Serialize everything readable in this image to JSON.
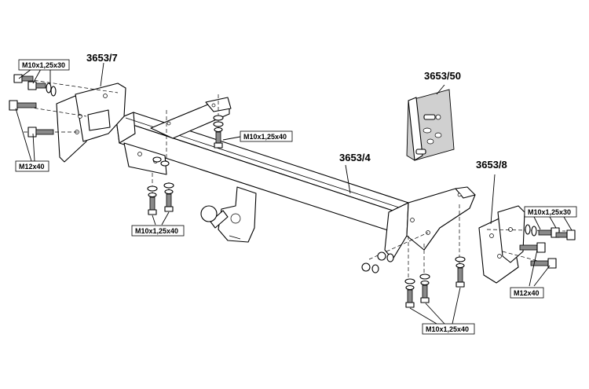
{
  "parts": {
    "side_bracket_left": "3653/7",
    "side_bracket_right": "3653/8",
    "electrical_bracket": "3653/50",
    "main_crossbar": "3653/4"
  },
  "bolt_labels": {
    "left_top": "M10x1,25x30",
    "left_bottom": "M12x40",
    "center_top": "M10x1,25x40",
    "center_left": "M10x1,25x40",
    "right_top": "M10x1,25x30",
    "right_bottom": "M12x40",
    "bottom_right": "M10x1,25x40"
  }
}
